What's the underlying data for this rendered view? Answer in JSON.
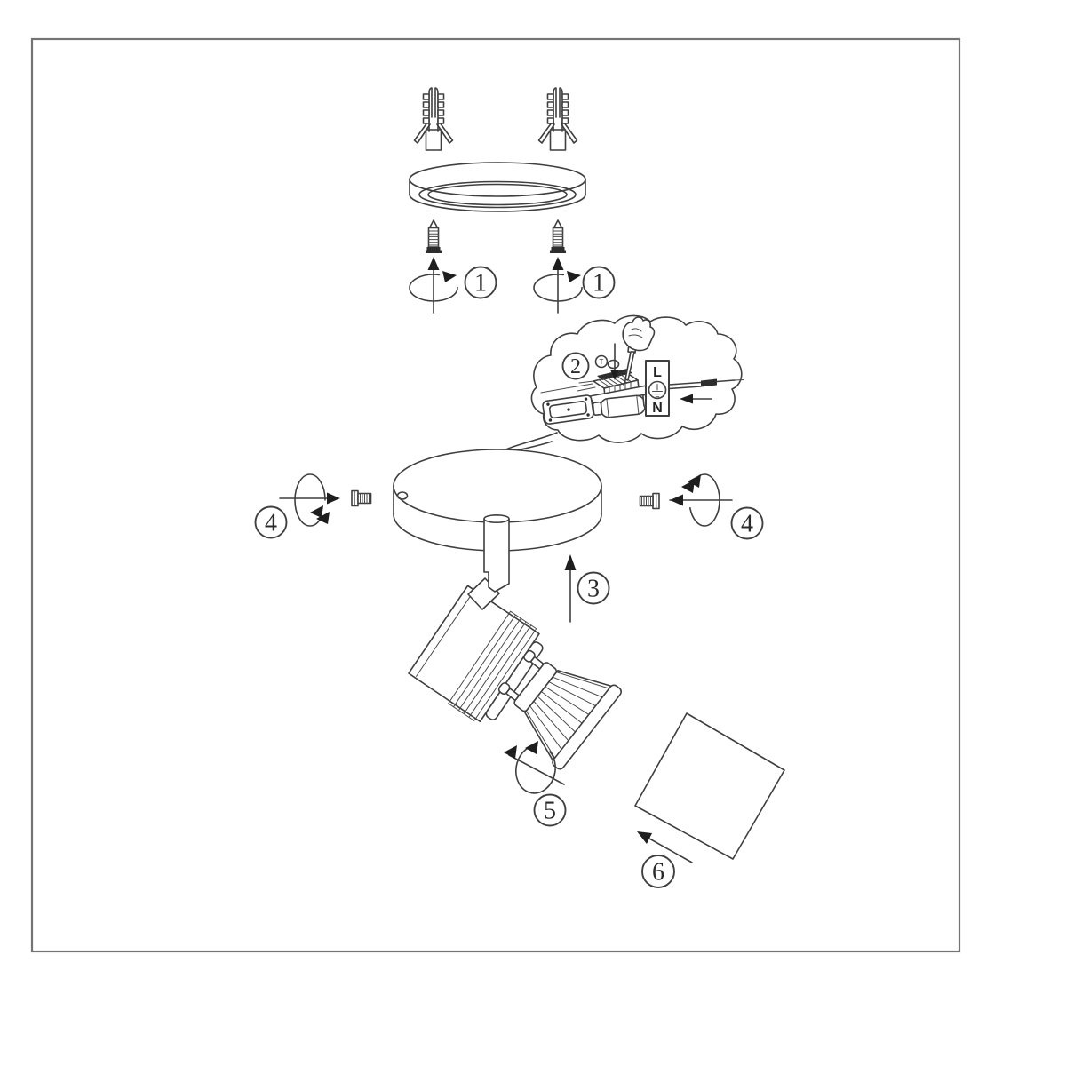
{
  "labels": {
    "step1": "1",
    "step2": "2",
    "step3": "3",
    "step4": "4",
    "step5": "5",
    "step6": "6",
    "screw_symbol": "T"
  },
  "terminal": {
    "live": "L",
    "neutral": "N"
  },
  "colors": {
    "line": "#3f3f3f",
    "frame": "#747474",
    "arrow": "#1e1e1e",
    "background": "#ffffff"
  },
  "parts": [
    "wall-plug",
    "mounting-ring",
    "mounting-screw",
    "wiring-callout-cloud",
    "terminal-strip",
    "earth-symbol",
    "supply-wire",
    "cable-clamp",
    "canopy",
    "stem",
    "side-set-screw",
    "spot-head",
    "gu10-bulb",
    "glass-cover"
  ]
}
